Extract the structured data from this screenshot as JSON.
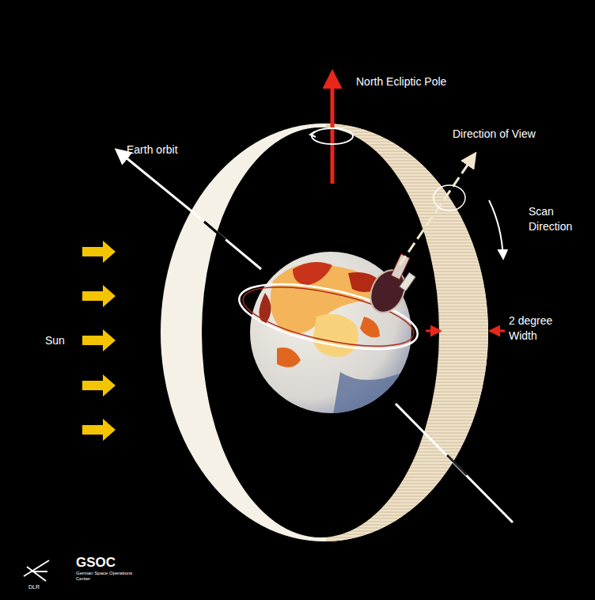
{
  "diagram": {
    "labels": [
      "North Ecliptic Pole",
      "Earth orbit",
      "Direction of View",
      "Scan Direction",
      "2 degree Width",
      "Sun",
      "GSOC",
      "German Space Operations Center",
      "DLR"
    ]
  }
}
